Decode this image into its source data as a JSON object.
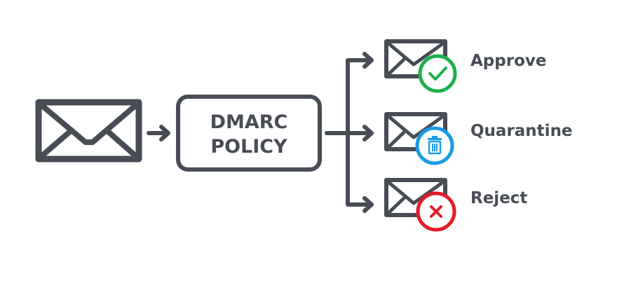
{
  "diagram": {
    "policy_box": {
      "line1": "DMARC",
      "line2": "POLICY"
    },
    "outcomes": [
      {
        "label": "Approve",
        "icon": "check-icon",
        "color": "#1fae4b"
      },
      {
        "label": "Quarantine",
        "icon": "trash-icon",
        "color": "#1a9be3"
      },
      {
        "label": "Reject",
        "icon": "x-icon",
        "color": "#e11b2a"
      }
    ],
    "line_color": "#474c55"
  }
}
